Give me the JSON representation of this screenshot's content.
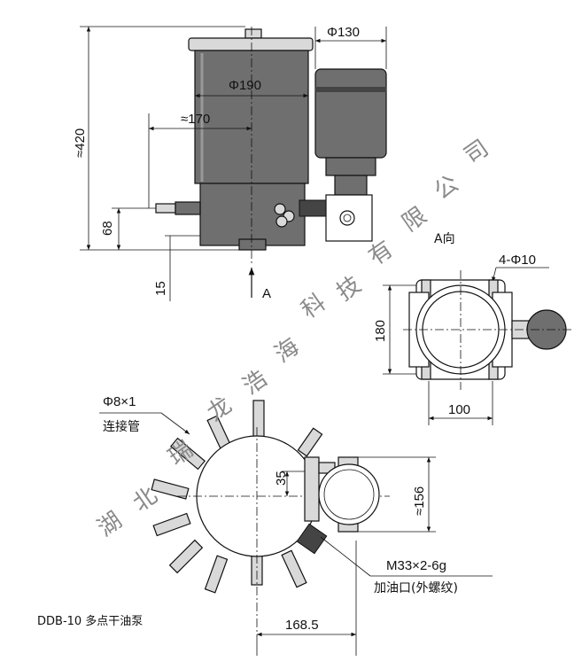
{
  "dimensions": {
    "d130": "Φ130",
    "d190": "Φ190",
    "d170": "≈170",
    "h420": "≈420",
    "h68": "68",
    "h15": "15",
    "arrow_a": "A",
    "view_a": "A向",
    "holes": "4-Φ10",
    "w180": "180",
    "w100": "100",
    "d35": "35",
    "d156": "≈156",
    "w168_5": "168.5"
  },
  "labels": {
    "pipe_spec": "Φ8×1",
    "pipe_name": "连接管",
    "thread_spec": "M33×2-6g",
    "fill_port": "加油口(外螺纹)",
    "caption": "DDB-10 多点干油泵"
  },
  "watermark": [
    "湖",
    "北",
    "瑞",
    "龙",
    "浩",
    "海",
    "科",
    "技",
    "有",
    "限",
    "公",
    "司"
  ],
  "colors": {
    "line": "#111111",
    "body": "#6f6f6f",
    "watermark": "#8a8a8a"
  }
}
